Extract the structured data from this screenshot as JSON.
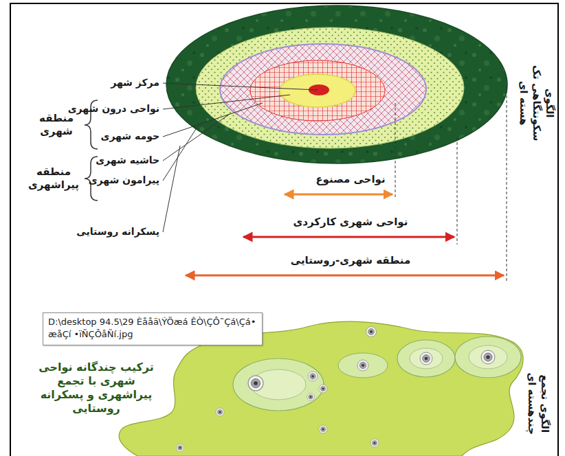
{
  "diagram": {
    "nodes": [
      {
        "text": [
          "D:\\desktop 94.5\\29 Èååä\\ÝÕæá ÊÒ\\ÇÔ˜Çá\\Çá•æåÇí •ïÑÇÔåÑí.jpg"
        ]
      }
    ],
    "labels": [
      "مرکز شهر",
      "نواحی درون شهری",
      "حومه شهری",
      "حاشیه شهری",
      "پیرامون شهری",
      "پسکرانه روستایی",
      "منطقه شهری",
      "منطقه پیراشهری",
      "نواحی مصنوع",
      "نواحی شهری کارکردی",
      "منطقه شهری-روستایی",
      "الگوی سکونتگاهی تک هسته ای",
      "ترکیب چندگانه نواحی شهری با تجمع پیراشهری و پسکرانه روستایی",
      "الگوی تجمع چندهسته ای"
    ]
  }
}
